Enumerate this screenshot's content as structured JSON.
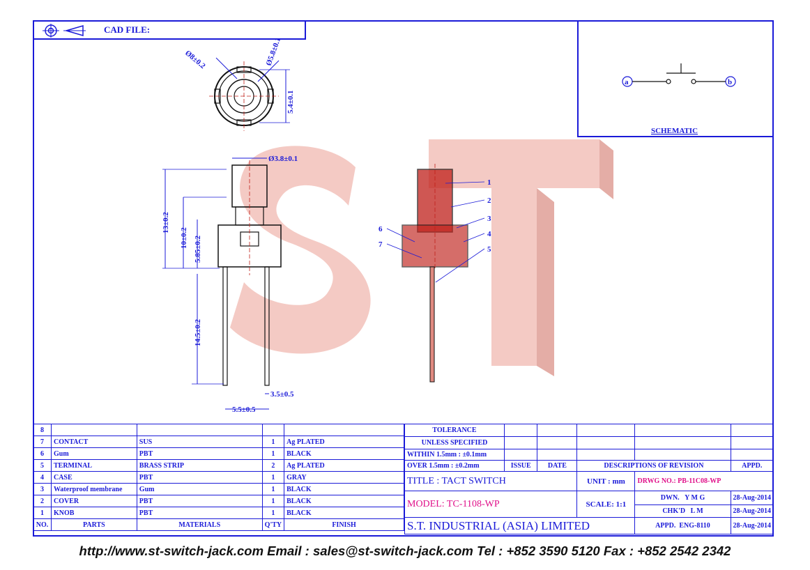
{
  "header": {
    "cad_label": "CAD FILE:"
  },
  "watermark": {
    "text": "ST"
  },
  "schematic": {
    "label": "SCHEMATIC",
    "terminal_a": "a",
    "terminal_b": "b"
  },
  "dimensions": {
    "top_outer": "Ø8±0.2",
    "top_inner": "Ø5.8±0.1",
    "top_height": "5.4±0.1",
    "knob_dia": "Ø3.8±0.1",
    "h13": "13±0.2",
    "h10": "10±0.2",
    "h585": "5.85±0.2",
    "h145": "14.5±0.2",
    "w35": "3.5±0.5",
    "w55": "5.5±0.5"
  },
  "callouts": [
    "1",
    "2",
    "3",
    "4",
    "5",
    "6",
    "7"
  ],
  "bom": {
    "rows": [
      {
        "no": "8",
        "part": "",
        "material": "",
        "qty": "",
        "finish": ""
      },
      {
        "no": "7",
        "part": "CONTACT",
        "material": "SUS",
        "qty": "1",
        "finish": "Ag PLATED"
      },
      {
        "no": "6",
        "part": "Gum",
        "material": "PBT",
        "qty": "1",
        "finish": "BLACK"
      },
      {
        "no": "5",
        "part": "TERMINAL",
        "material": "BRASS STRIP",
        "qty": "2",
        "finish": "Ag PLATED"
      },
      {
        "no": "4",
        "part": "CASE",
        "material": "PBT",
        "qty": "1",
        "finish": "GRAY"
      },
      {
        "no": "3",
        "part": "Waterproof membrane",
        "material": "Gum",
        "qty": "1",
        "finish": "BLACK"
      },
      {
        "no": "2",
        "part": "COVER",
        "material": "PBT",
        "qty": "1",
        "finish": "BLACK"
      },
      {
        "no": "1",
        "part": "KNOB",
        "material": "PBT",
        "qty": "1",
        "finish": "BLACK"
      }
    ],
    "headers": {
      "no": "NO.",
      "part": "PARTS",
      "material": "MATERIALS",
      "qty": "Q'TY",
      "finish": "FINISH"
    }
  },
  "title_block": {
    "tolerance_title": "TOLERANCE",
    "tolerance_sub": "UNLESS   SPECIFIED",
    "within": "WITHIN  1.5mm : ±0.1mm",
    "over": "OVER    1.5mm : ±0.2mm",
    "issue": "ISSUE",
    "date": "DATE",
    "descriptions": "DESCRIPTIONS OF REVISION",
    "appd": "APPD.",
    "title": "TITLE : TACT SWITCH",
    "unit": "UNIT :  mm",
    "drwg": "DRWG NO.: PB-11C08-WP",
    "model": "MODEL: TC-1108-WP",
    "scale": "SCALE:  1:1",
    "dwn_label": "DWN.",
    "dwn_name": "Y M G",
    "dwn_date": "28-Aug-2014",
    "chkd_label": "CHK'D",
    "chkd_name": "L M",
    "chkd_date": "28-Aug-2014",
    "appd_label": "APPD.",
    "appd_name": "ENG-8110",
    "appd_date": "28-Aug-2014",
    "company": "S.T.  INDUSTRIAL  (ASIA)  LIMITED"
  },
  "footer": {
    "text": "http://www.st-switch-jack.com  Email : sales@st-switch-jack.com  Tel : +852 3590 5120  Fax : +852 2542 2342"
  },
  "colors": {
    "line": "#1a1ad8",
    "watermark": "#f0b8b0",
    "magenta": "#e0108a",
    "section_red": "#c0201a"
  }
}
